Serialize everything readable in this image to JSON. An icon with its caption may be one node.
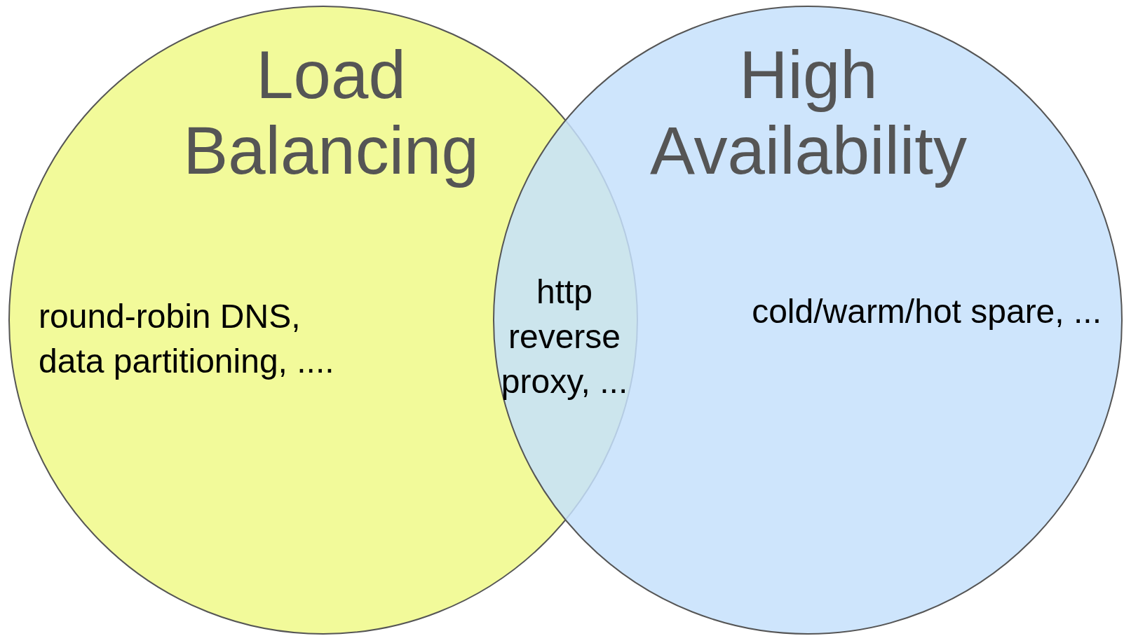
{
  "diagram": {
    "nodes": [
      {
        "text": [
          "Load Balancing",
          "round-robin DNS, data partitioning, ...."
        ]
      },
      {
        "text": [
          "High Availability",
          "cold/warm/hot spare, ..."
        ]
      }
    ],
    "labels": [
      "http reverse proxy, ..."
    ]
  }
}
